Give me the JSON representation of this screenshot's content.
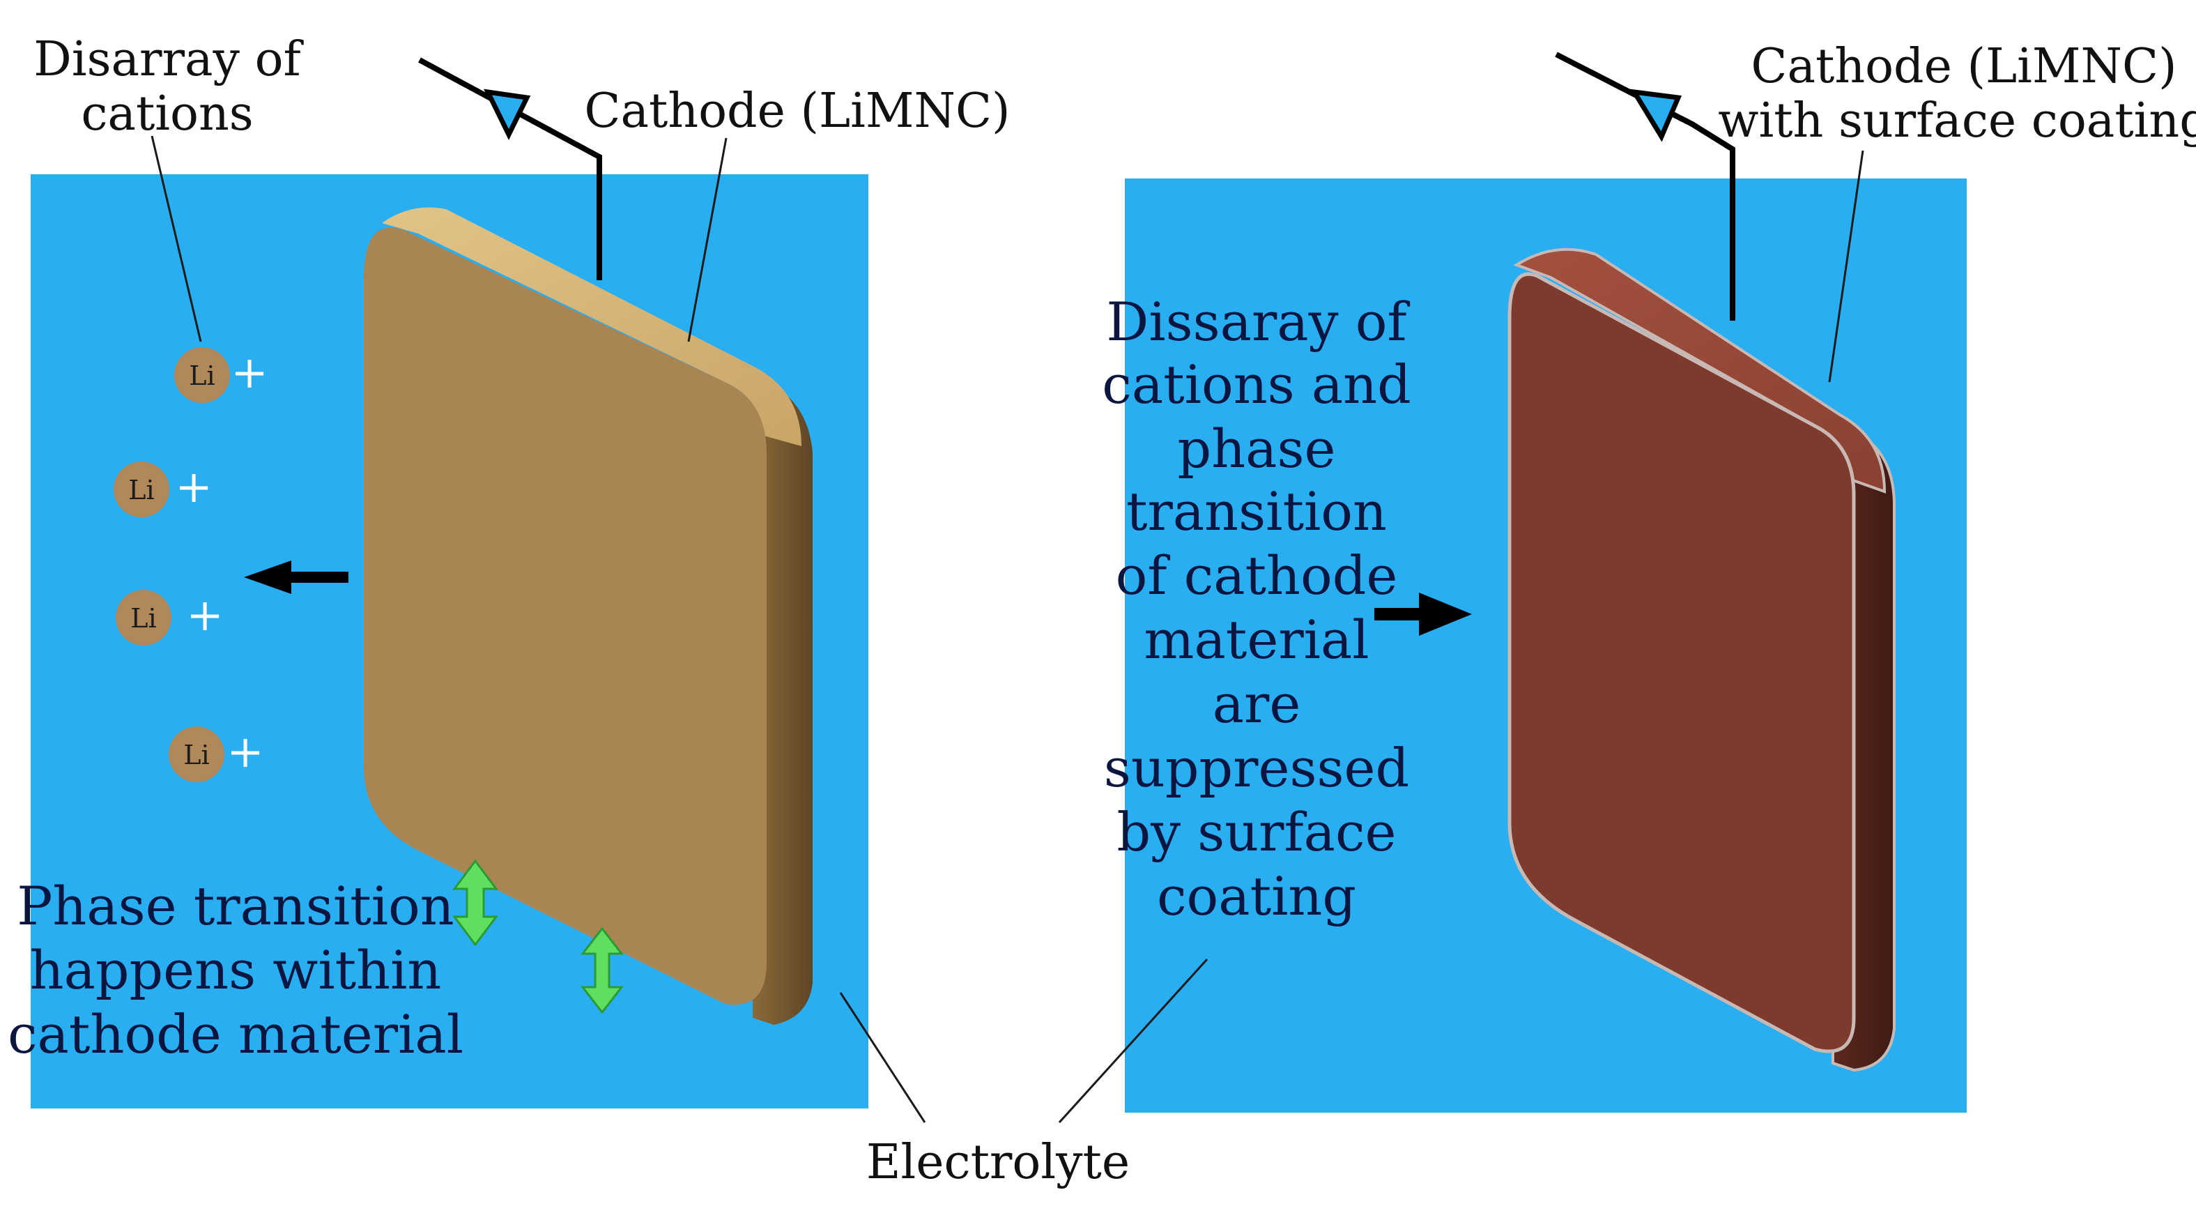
{
  "labels": {
    "disarray": [
      "Disarray of",
      "cations"
    ],
    "cathode_left": "Cathode (LiMNC)",
    "cathode_right": [
      "Cathode (LiMNC)",
      "with surface coating"
    ],
    "electrolyte": "Electrolyte",
    "phase_left": [
      "Phase transition",
      "happens within",
      "cathode material"
    ],
    "suppressed": [
      "Dissaray of",
      "cations and",
      "phase",
      "transition",
      "of cathode",
      "material",
      "are",
      "suppressed",
      "by surface",
      "coating"
    ]
  },
  "ions": [
    {
      "symbol": "Li",
      "charge": "+"
    },
    {
      "symbol": "Li",
      "charge": "+"
    },
    {
      "symbol": "Li",
      "charge": "+"
    },
    {
      "symbol": "Li",
      "charge": "+"
    }
  ],
  "colors": {
    "electrolyte": "#2aaef2",
    "cathode_uncoated": "#a88552",
    "cathode_coated": "#7e3a2c",
    "ion": "#b0885a",
    "phase_arrow": "#5ee05e"
  }
}
